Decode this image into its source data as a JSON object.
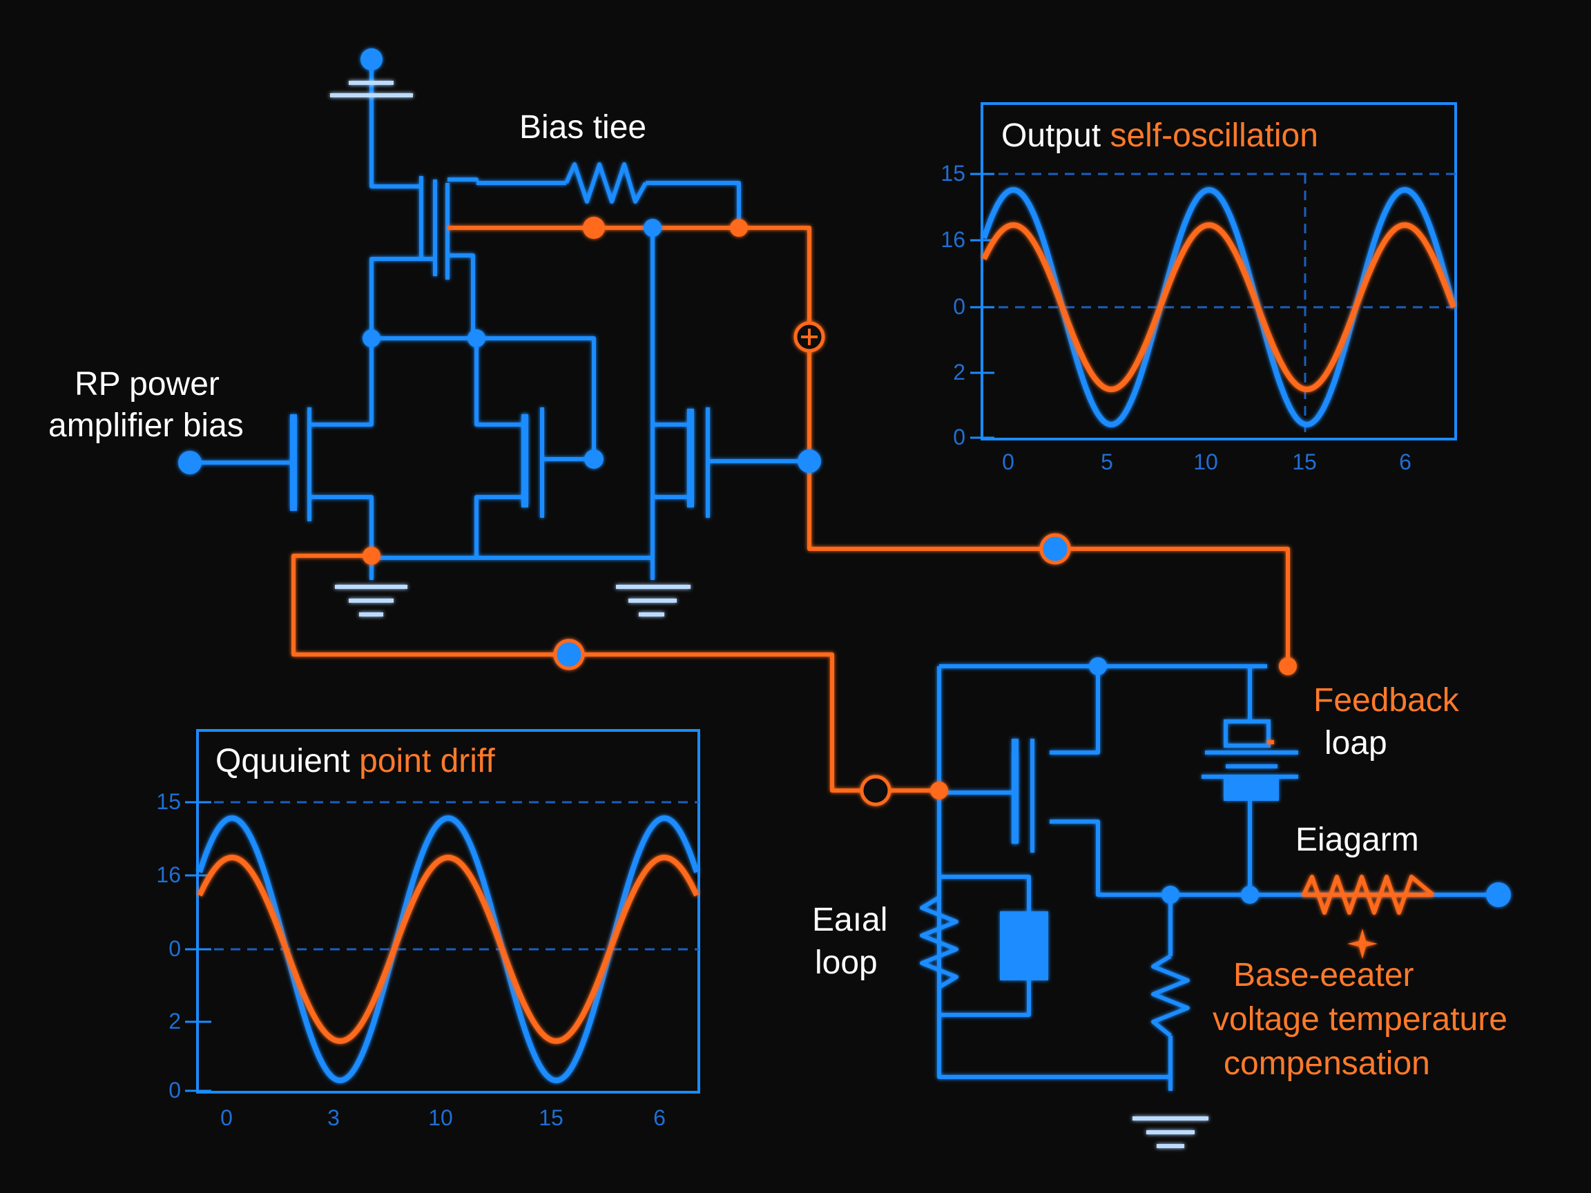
{
  "colors": {
    "background": "#0b0b0b",
    "wire_blue": "#1a8cff",
    "wire_orange": "#ff6a1a",
    "ground": "#bcdcff",
    "text_white": "#ffffff",
    "text_orange": "#ff7a2a",
    "tick_blue": "#1f6fd6"
  },
  "labels": {
    "bias_tee": "Bias tiee",
    "rp_line1": "RP power",
    "rp_line2": "amplifier bias",
    "feedback_line1": "Feedback",
    "feedback_line2": "loap",
    "diagram": "Eiagarm",
    "eaial_line1": "Eaıal",
    "eaial_line2": "loop",
    "comp_line1": "Base-eeater",
    "comp_line2": "voltage temperature",
    "comp_line3": "compensation"
  },
  "chart_data": [
    {
      "type": "line",
      "title": "Output self-oscillation",
      "title_parts": [
        "Output ",
        "self-oscillation"
      ],
      "x_ticks": [
        "0",
        "5",
        "10",
        "15",
        "6"
      ],
      "y_ticks": [
        "15",
        "16",
        "0",
        "2",
        "0"
      ],
      "grid": "dashed",
      "series": [
        {
          "color": "#1a8cff",
          "amplitude": 1.0,
          "periods": 2.4
        },
        {
          "color": "#ff6a1a",
          "amplitude": 0.7,
          "periods": 2.4
        }
      ]
    },
    {
      "type": "line",
      "title": "Qquuient point driff",
      "title_parts": [
        "Qquuient ",
        "point driff"
      ],
      "x_ticks": [
        "0",
        "3",
        "10",
        "15",
        "6"
      ],
      "y_ticks": [
        "15",
        "16",
        "0",
        "2",
        "0"
      ],
      "grid": "dashed",
      "series": [
        {
          "color": "#1a8cff",
          "amplitude": 1.0,
          "periods": 2.3
        },
        {
          "color": "#ff6a1a",
          "amplitude": 0.7,
          "periods": 2.3
        }
      ]
    }
  ]
}
